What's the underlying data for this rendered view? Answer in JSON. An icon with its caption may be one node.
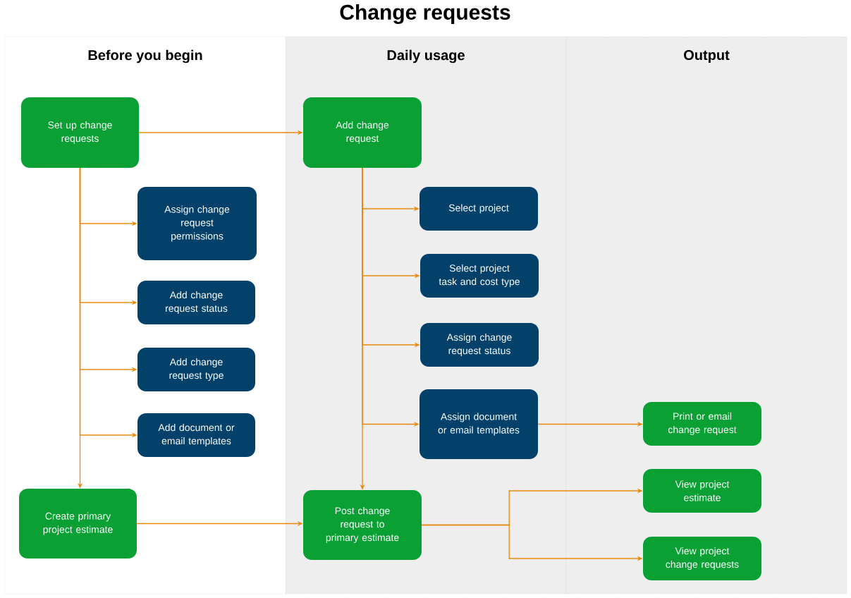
{
  "diagram": {
    "title": "Change requests",
    "nodes": [
      {
        "text": [
          "Before you begin"
        ]
      },
      {
        "text": [
          "Daily usage"
        ]
      },
      {
        "text": [
          "Output"
        ]
      },
      {
        "text": [
          "Set up change requests"
        ],
        "in": 0
      },
      {
        "text": [
          "Assign change request permissions"
        ],
        "in": 0
      },
      {
        "text": [
          "Add change request status"
        ],
        "in": 0
      },
      {
        "text": [
          "Add change request type"
        ],
        "in": 0
      },
      {
        "text": [
          "Add document or email templates"
        ],
        "in": 0
      },
      {
        "text": [
          "Create primary project estimate"
        ],
        "in": 0
      },
      {
        "text": [
          "Add change request"
        ],
        "in": 1
      },
      {
        "text": [
          "Select project"
        ],
        "in": 1
      },
      {
        "text": [
          "Select project task and cost type"
        ],
        "in": 1
      },
      {
        "text": [
          "Assign change request status"
        ],
        "in": 1
      },
      {
        "text": [
          "Assign document or email templates"
        ],
        "in": 1
      },
      {
        "text": [
          "Post change request to primary estimate"
        ],
        "in": 1
      },
      {
        "text": [
          "Print or email change request"
        ],
        "in": 2
      },
      {
        "text": [
          "View project estimate"
        ],
        "in": 2
      },
      {
        "text": [
          "View project change requests"
        ],
        "in": 2
      }
    ],
    "edges": [
      {
        "from": 3,
        "to": 9,
        "arrow": "to"
      },
      {
        "from": 3,
        "to": 4,
        "arrow": "to"
      },
      {
        "from": 3,
        "to": 5,
        "arrow": "to"
      },
      {
        "from": 3,
        "to": 6,
        "arrow": "to"
      },
      {
        "from": 3,
        "to": 7,
        "arrow": "to"
      },
      {
        "from": 3,
        "to": 8,
        "arrow": "to"
      },
      {
        "from": 9,
        "to": 10,
        "arrow": "to"
      },
      {
        "from": 9,
        "to": 11,
        "arrow": "to"
      },
      {
        "from": 9,
        "to": 12,
        "arrow": "to"
      },
      {
        "from": 9,
        "to": 13,
        "arrow": "to"
      },
      {
        "from": 9,
        "to": 14,
        "arrow": "to"
      },
      {
        "from": 13,
        "to": 15,
        "arrow": "to"
      },
      {
        "from": 8,
        "to": 14,
        "arrow": "to"
      },
      {
        "from": 14,
        "to": 16,
        "arrow": "to"
      },
      {
        "from": 14,
        "to": 17,
        "arrow": "to"
      }
    ]
  }
}
